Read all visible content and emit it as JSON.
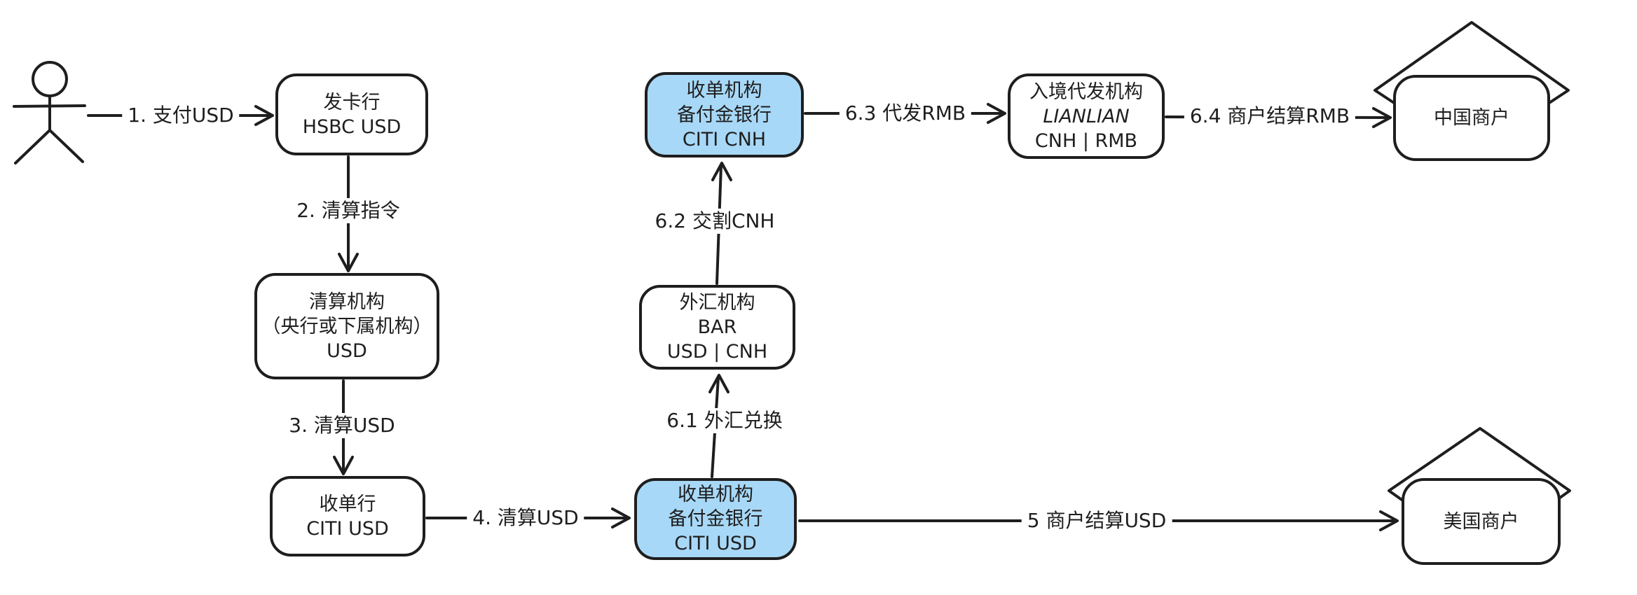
{
  "colors": {
    "stroke": "#1e1e1e",
    "node_fill": "#ffffff",
    "highlight_fill": "#a8d8f7",
    "background": "#ffffff",
    "text": "#1e1e1e"
  },
  "nodes": {
    "actor": {
      "icon": "person-stick-figure"
    },
    "issuer": {
      "lines": [
        "发卡行",
        "HSBC USD"
      ]
    },
    "clearing_house": {
      "lines": [
        "清算机构",
        "（央行或下属机构）",
        "USD"
      ]
    },
    "acquiring_bank": {
      "lines": [
        "收单行",
        "CITI USD"
      ]
    },
    "reserve_bank_usd": {
      "lines": [
        "收单机构",
        "备付金银行",
        "CITI USD"
      ],
      "highlighted": true
    },
    "fx_agency": {
      "lines": [
        "外汇机构",
        "BAR",
        "USD | CNH"
      ]
    },
    "reserve_bank_cnh": {
      "lines": [
        "收单机构",
        "备付金银行",
        "CITI CNH"
      ],
      "highlighted": true
    },
    "inbound_payout_agency": {
      "lines": [
        "入境代发机构",
        "LIANLIAN",
        "CNH | RMB"
      ]
    },
    "china_merchant": {
      "label": "中国商户",
      "shape": "house"
    },
    "us_merchant": {
      "label": "美国商户",
      "shape": "house"
    }
  },
  "edges": {
    "e1": {
      "label": "1. 支付USD",
      "from": "actor",
      "to": "issuer"
    },
    "e2": {
      "label": "2. 清算指令",
      "from": "issuer",
      "to": "clearing_house"
    },
    "e3": {
      "label": "3. 清算USD",
      "from": "clearing_house",
      "to": "acquiring_bank"
    },
    "e4": {
      "label": "4. 清算USD",
      "from": "acquiring_bank",
      "to": "reserve_bank_usd"
    },
    "e5": {
      "label": "5 商户结算USD",
      "from": "reserve_bank_usd",
      "to": "us_merchant"
    },
    "e61": {
      "label": "6.1 外汇兑换",
      "from": "reserve_bank_usd",
      "to": "fx_agency"
    },
    "e62": {
      "label": "6.2 交割CNH",
      "from": "fx_agency",
      "to": "reserve_bank_cnh"
    },
    "e63": {
      "label": "6.3 代发RMB",
      "from": "reserve_bank_cnh",
      "to": "inbound_payout_agency"
    },
    "e64": {
      "label": "6.4 商户结算RMB",
      "from": "inbound_payout_agency",
      "to": "china_merchant"
    }
  }
}
